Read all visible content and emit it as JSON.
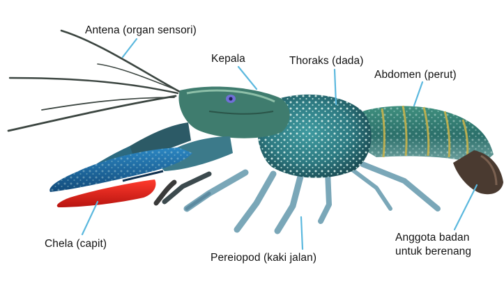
{
  "labels": {
    "antena": "Antena (organ sensori)",
    "kepala": "Kepala",
    "thoraks": "Thoraks (dada)",
    "abdomen": "Abdomen (perut)",
    "chela": "Chela (capit)",
    "pereiopod": "Pereiopod (kaki jalan)",
    "anggota_line1": "Anggota badan",
    "anggota_line2": "untuk berenang"
  },
  "colors": {
    "leader": "#5bb8de",
    "body": "#2f7a86",
    "body_dark": "#1d4f5a",
    "spots": "#d8efe9",
    "claw_blue": "#1f6fae",
    "claw_tip": "#e0201c",
    "legs": "#6f9eb0",
    "band": "#c9b24a"
  }
}
